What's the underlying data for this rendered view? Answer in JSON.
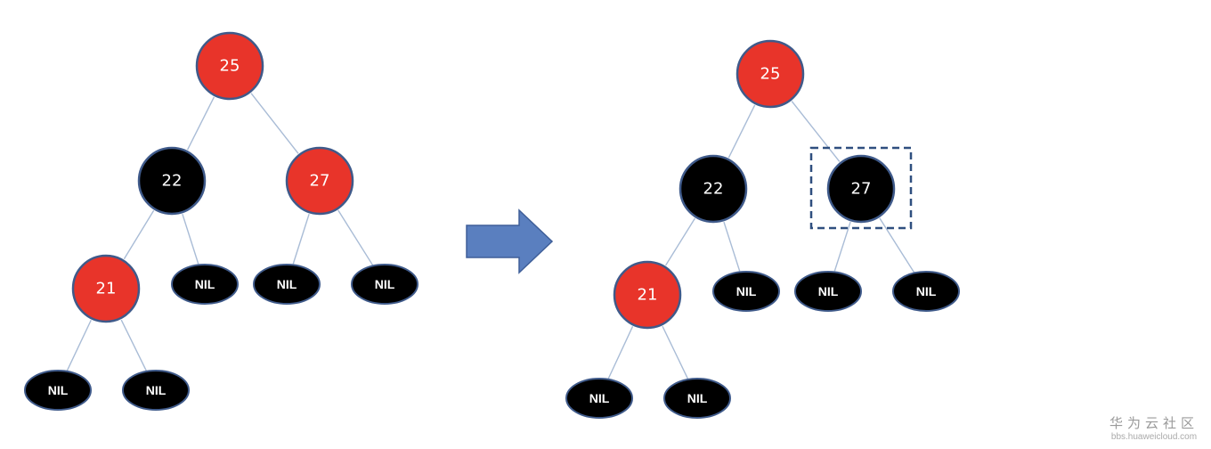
{
  "colors": {
    "red_node": "#e8342a",
    "black_node": "#000000",
    "node_stroke": "#3f5a8a",
    "edge": "#a9bcd6",
    "arrow_fill": "#5a7fbf",
    "arrow_stroke": "#3f5f99",
    "highlight_box": "#2f4f7f"
  },
  "trees": [
    {
      "name": "before",
      "nodes": [
        {
          "id": "n25",
          "label": "25",
          "color": "red"
        },
        {
          "id": "n22",
          "label": "22",
          "color": "black"
        },
        {
          "id": "n27",
          "label": "27",
          "color": "red"
        },
        {
          "id": "n21",
          "label": "21",
          "color": "red"
        },
        {
          "id": "nil1",
          "label": "NIL",
          "color": "nil"
        },
        {
          "id": "nil2",
          "label": "NIL",
          "color": "nil"
        },
        {
          "id": "nil3",
          "label": "NIL",
          "color": "nil"
        },
        {
          "id": "nil4",
          "label": "NIL",
          "color": "nil"
        },
        {
          "id": "nil5",
          "label": "NIL",
          "color": "nil"
        }
      ],
      "edges": [
        [
          "n25",
          "n22"
        ],
        [
          "n25",
          "n27"
        ],
        [
          "n22",
          "n21"
        ],
        [
          "n22",
          "nil1"
        ],
        [
          "n27",
          "nil2"
        ],
        [
          "n27",
          "nil3"
        ],
        [
          "n21",
          "nil4"
        ],
        [
          "n21",
          "nil5"
        ]
      ]
    },
    {
      "name": "after",
      "nodes": [
        {
          "id": "n25",
          "label": "25",
          "color": "red"
        },
        {
          "id": "n22",
          "label": "22",
          "color": "black"
        },
        {
          "id": "n27",
          "label": "27",
          "color": "black",
          "highlighted": true
        },
        {
          "id": "n21",
          "label": "21",
          "color": "red"
        },
        {
          "id": "nil1",
          "label": "NIL",
          "color": "nil"
        },
        {
          "id": "nil2",
          "label": "NIL",
          "color": "nil"
        },
        {
          "id": "nil3",
          "label": "NIL",
          "color": "nil"
        },
        {
          "id": "nil4",
          "label": "NIL",
          "color": "nil"
        },
        {
          "id": "nil5",
          "label": "NIL",
          "color": "nil"
        }
      ],
      "edges": [
        [
          "n25",
          "n22"
        ],
        [
          "n25",
          "n27"
        ],
        [
          "n22",
          "n21"
        ],
        [
          "n22",
          "nil1"
        ],
        [
          "n27",
          "nil2"
        ],
        [
          "n27",
          "nil3"
        ],
        [
          "n21",
          "nil4"
        ],
        [
          "n21",
          "nil5"
        ]
      ]
    }
  ],
  "watermark": {
    "title": "华为云社区",
    "url": "bbs.huaweicloud.com"
  }
}
